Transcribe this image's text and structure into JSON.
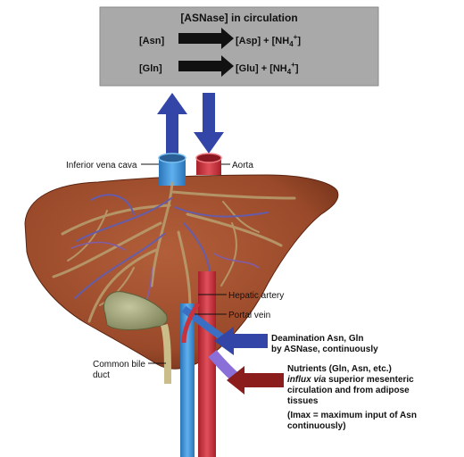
{
  "circulation_box": {
    "title": "[ASNase] in circulation",
    "reaction_1": {
      "left": "[Asn]",
      "right_prefix": "[Asp] + [NH",
      "sub": "4",
      "sup": "+",
      "close": "]"
    },
    "reaction_2": {
      "left": "[Gln]",
      "right_prefix": "[Glu] + [NH",
      "sub": "4",
      "sup": "+",
      "close": "]"
    }
  },
  "labels": {
    "inferior_vena_cava": "Inferior vena cava",
    "aorta": "Aorta",
    "hepatic_artery": "Hepatic artery",
    "portal_vein": "Portal vein",
    "common_bile_duct_1": "Common bile",
    "common_bile_duct_2": "duct"
  },
  "deamination": {
    "line1": "Deamination Asn, Gln",
    "line2": "by ASNase, continuously"
  },
  "nutrients": {
    "line1": "Nutrients (Gln, Asn, etc.)",
    "line2_italic": "influx via",
    "line2_rest": " superior mesenteric",
    "line3": "circulation and from adipose",
    "line4": "tissues",
    "line5": "(Imax = maximum input of Asn",
    "line6": "continuously)"
  },
  "colors": {
    "box_fill": "#a9a9a9",
    "arrow_blue": "#3346a8",
    "arrow_red": "#8b1d1d",
    "vein_blue": "#3b8fd6",
    "artery_red": "#c8323c",
    "liver": "#9a4a2a",
    "gallbladder": "#9ea27a"
  }
}
